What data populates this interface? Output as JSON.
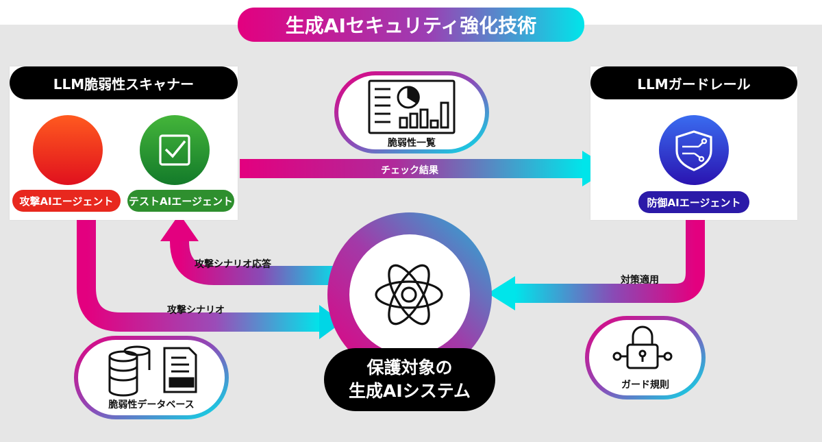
{
  "title": "生成AIセキュリティ強化技術",
  "scanner": {
    "title": "LLM脆弱性スキャナー",
    "attack_agent": {
      "label": "攻撃AIエージェント",
      "icon": "arrows-icon",
      "color": "#e8281e"
    },
    "test_agent": {
      "label": "テストAIエージェント",
      "icon": "checkbox-icon",
      "color": "#2e8f2e"
    }
  },
  "guardrail": {
    "title": "LLMガードレール",
    "defense_agent": {
      "label": "防御AIエージェント",
      "icon": "shield-icon",
      "color": "#2b1aa8"
    }
  },
  "report": {
    "label": "脆弱性一覧",
    "icon": "report-icon"
  },
  "database": {
    "label": "脆弱性データベース",
    "icons": [
      "database-icon",
      "document-icon"
    ]
  },
  "guard_rules": {
    "label": "ガード規則",
    "icon": "lock-icon"
  },
  "core": {
    "line1": "保護対象の",
    "line2": "生成AIシステム",
    "icon": "atom-icon"
  },
  "flows": {
    "check_result": "チェック結果",
    "attack_scenario_response": "攻撃シナリオ応答",
    "attack_scenario": "攻撃シナリオ",
    "countermeasure": "対策適用"
  },
  "colors": {
    "magenta": "#e3007f",
    "cyan": "#00e5ea",
    "violet": "#7a4fb0",
    "background": "#e6e6e6"
  }
}
